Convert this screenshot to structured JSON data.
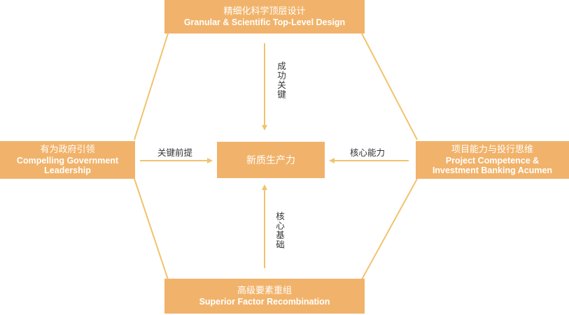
{
  "colors": {
    "box_fill": "#F1B36B",
    "box_text": "#FFFFFF",
    "line": "#F1C36E",
    "label_text": "#333333"
  },
  "top": {
    "zh": "精细化科学顶层设计",
    "en": "Granular & Scientific Top-Level Design"
  },
  "left": {
    "zh": "有为政府引领",
    "en1": "Compelling Government",
    "en2": "Leadership"
  },
  "right": {
    "zh": "项目能力与投行思维",
    "en1": "Project Competence &",
    "en2": "Investment Banking Acumen"
  },
  "bottom": {
    "zh": "高级要素重组",
    "en": "Superior Factor Recombination"
  },
  "center": {
    "label": "新质生产力"
  },
  "arrows": {
    "top_label": "成功关键",
    "left_label": "关键前提",
    "right_label": "核心能力",
    "bottom_label": "核心基础"
  }
}
